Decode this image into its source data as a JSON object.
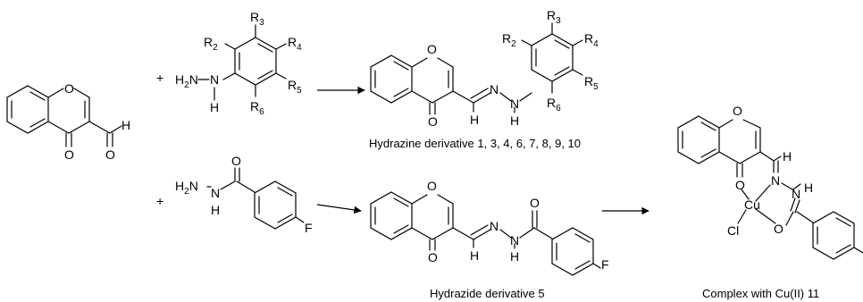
{
  "atoms": {
    "O": "O",
    "N": "N",
    "H": "H",
    "F": "F",
    "Cu": "Cu",
    "Cl": "Cl",
    "R": "R",
    "H2": "H",
    "two": "2"
  },
  "operators": {
    "plus": "+"
  },
  "substituents": [
    "3",
    "2",
    "4",
    "5",
    "6"
  ],
  "captions": {
    "hydrazine": "Hydrazine derivative 1, 3, 4, 6, 7, 8, 9, 10",
    "hydrazide": "Hydrazide derivative 5",
    "complex": "Complex with Cu(II) 11"
  }
}
